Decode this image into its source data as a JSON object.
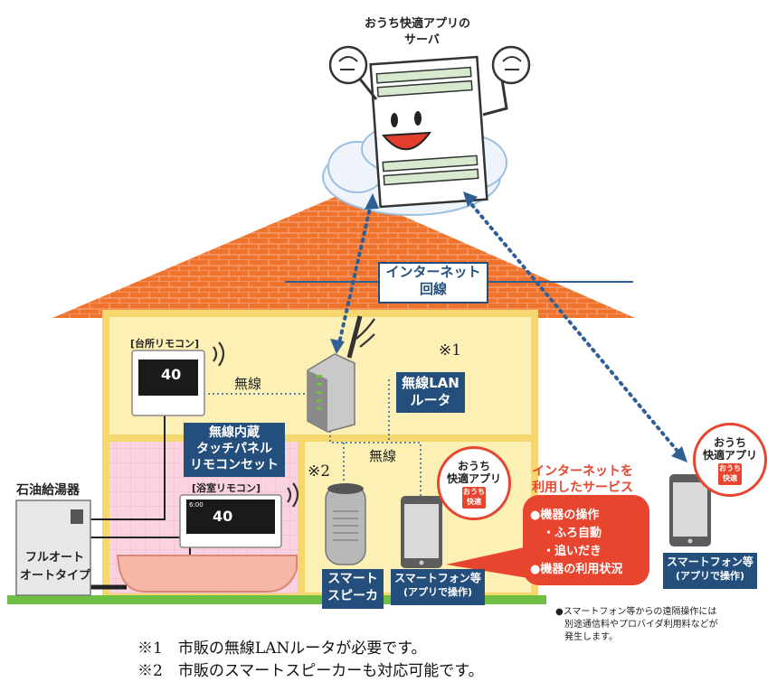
{
  "server_title": {
    "line1": "おうち快適アプリの",
    "line2": "サーバ"
  },
  "internet_label": {
    "line1": "インターネット",
    "line2": "回線"
  },
  "kitchen_remote_label": "[台所リモコン]",
  "bath_remote_label": "[浴室リモコン]",
  "remote_display": {
    "kitchen_temp": "40",
    "bath_temp": "40",
    "bath_time": "6:00"
  },
  "wireless_label_1": "無線",
  "wireless_label_2": "無線",
  "note_1_mark": "※1",
  "note_2_mark": "※2",
  "router_label": {
    "line1": "無線LAN",
    "line2": "ルータ"
  },
  "remote_set_label": {
    "line1": "無線内蔵",
    "line2": "タッチパネル",
    "line3": "リモコンセット"
  },
  "boiler_title": "石油給湯器",
  "boiler_label": {
    "line1": "フルオート",
    "line2": "オートタイプ"
  },
  "speaker_label": {
    "line1": "スマート",
    "line2": "スピーカー"
  },
  "phone_home_label": {
    "line1": "スマートフォン等",
    "line2": "(アプリで操作)"
  },
  "phone_remote_label": {
    "line1": "スマートフォン等",
    "line2": "(アプリで操作)"
  },
  "app_badge": {
    "line1": "おうち",
    "line2": "快適アプリ",
    "logo": "おうち快適"
  },
  "service_title": {
    "line1": "インターネットを",
    "line2": "利用したサービス"
  },
  "service_items": [
    "●機器の操作",
    "・ふろ自動",
    "・追いだき",
    "●機器の利用状況"
  ],
  "remote_note": {
    "line1": "●スマートフォン等からの遠隔操作には",
    "line2": "別途通信料やプロバイダ利用料などが",
    "line3": "発生します。"
  },
  "footnotes": [
    "※1　市販の無線LANルータが必要です。",
    "※2　市販のスマートスピーカーも対応可能です。"
  ],
  "colors": {
    "roof": "#f0732c",
    "house_wall": "#fdf0b4",
    "house_frame": "#f5d76e",
    "bathroom": "#f9d3df",
    "ground": "#6fbf45",
    "navy": "#244f7c",
    "accent_red": "#e8452f",
    "dotted_line": "#2e5f95"
  }
}
